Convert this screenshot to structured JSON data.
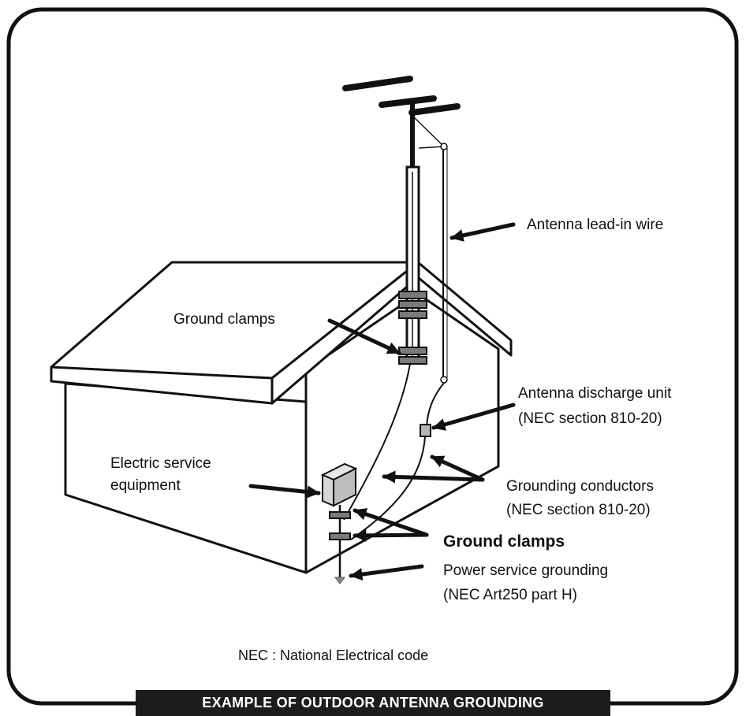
{
  "labels": {
    "antenna_lead_in_wire": "Antenna lead-in wire",
    "ground_clamps_upper": "Ground clamps",
    "antenna_discharge_unit": "Antenna discharge unit",
    "antenna_discharge_unit_ref": "(NEC section 810-20)",
    "electric_service_equipment_line1": "Electric service",
    "electric_service_equipment_line2": "equipment",
    "grounding_conductors": "Grounding conductors",
    "grounding_conductors_ref": "(NEC section 810-20)",
    "ground_clamps_lower": "Ground clamps",
    "power_service_grounding": "Power service grounding",
    "power_service_grounding_ref": "(NEC Art250 part H)",
    "nec_note": "NEC : National Electrical code"
  },
  "banner": {
    "title": "EXAMPLE OF OUTDOOR ANTENNA GROUNDING"
  },
  "colors": {
    "line": "#111111",
    "clamp": "#7a7a7a",
    "box": "#c9c9c9",
    "banner": "#1c1c1c"
  }
}
